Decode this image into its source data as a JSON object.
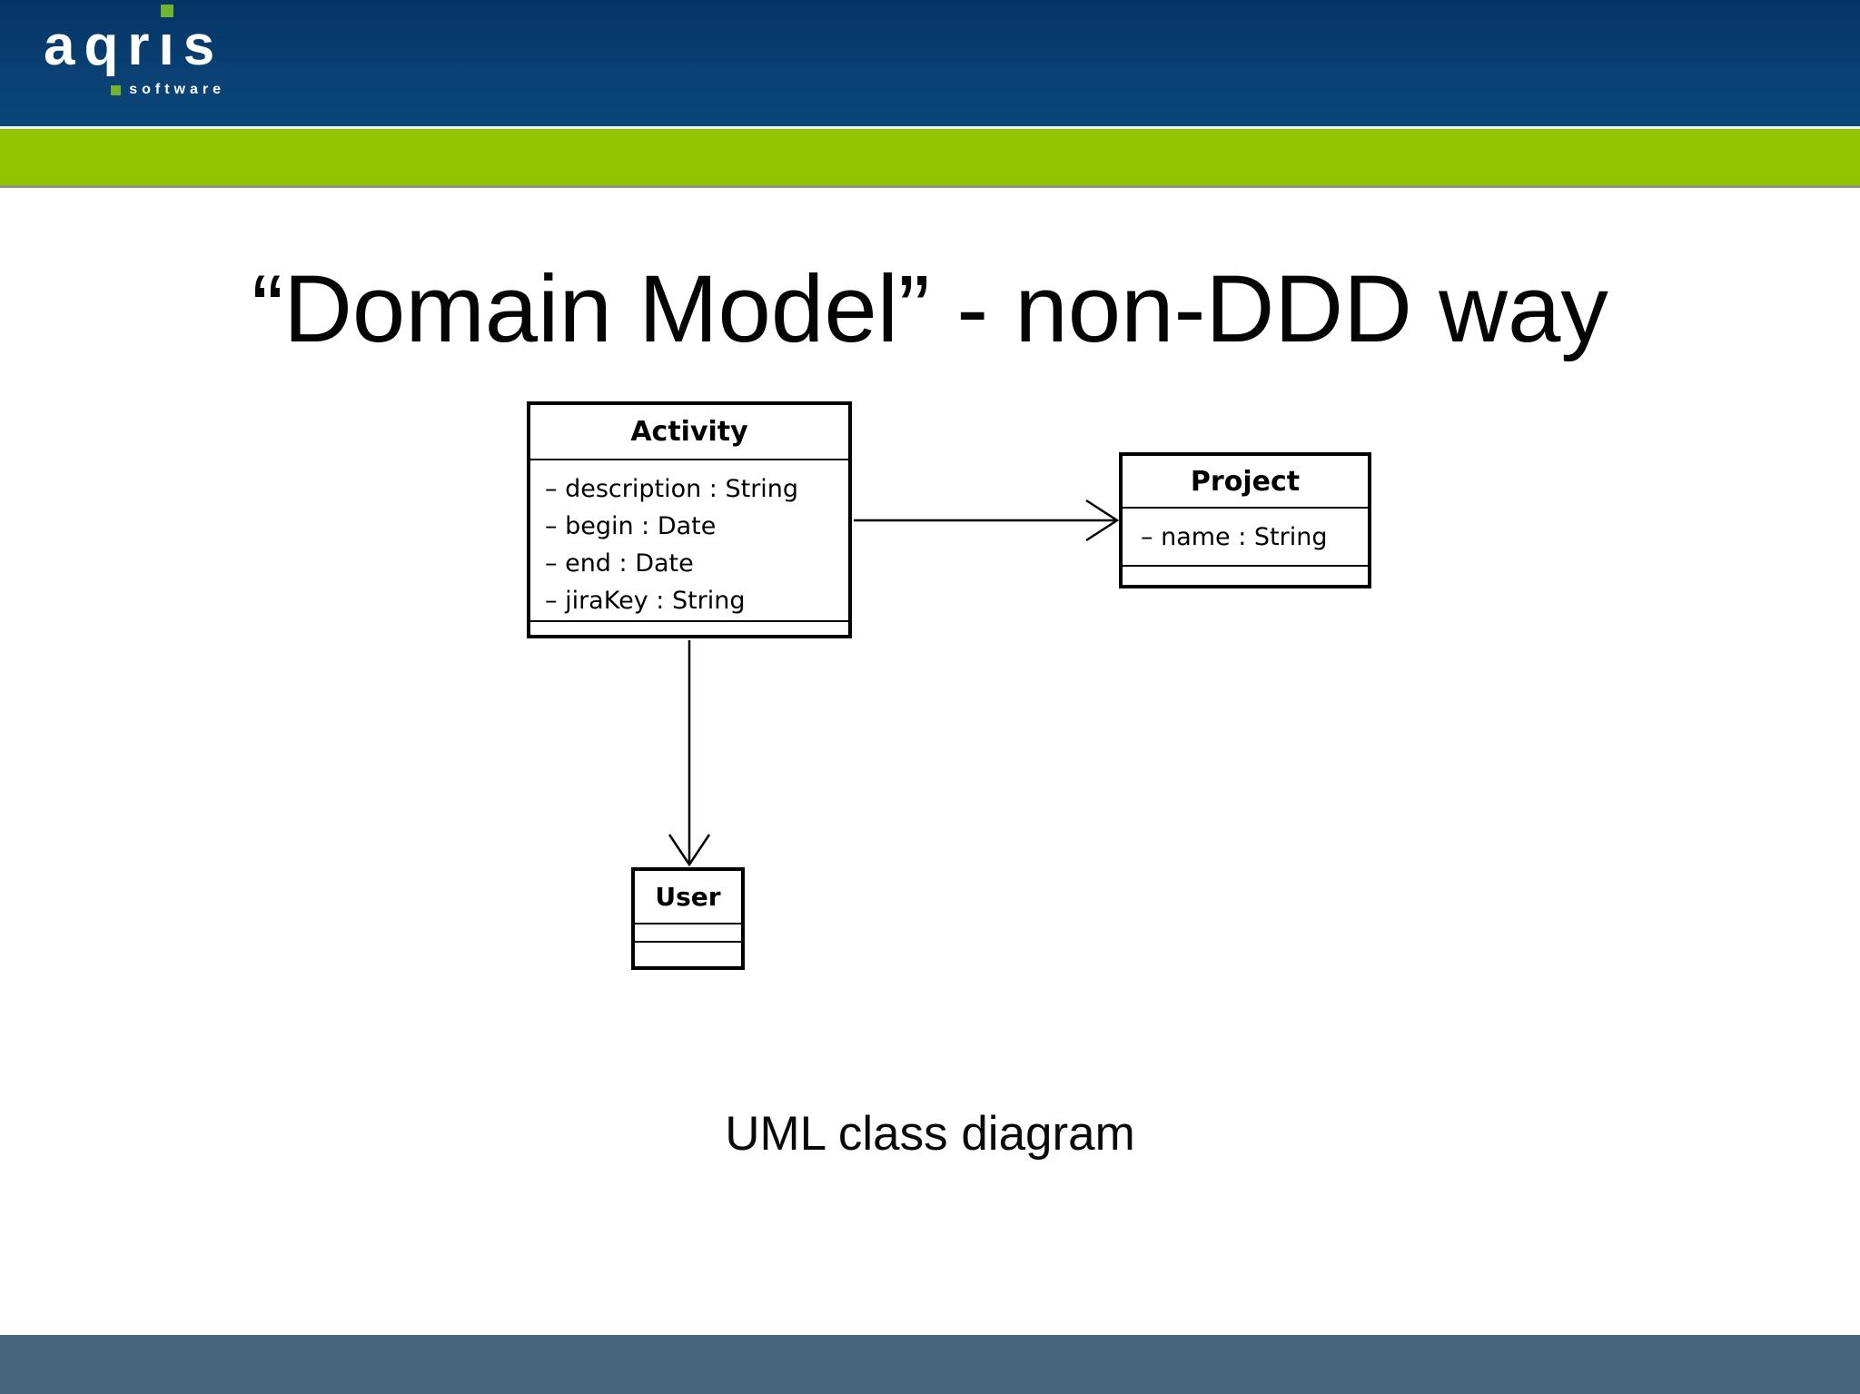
{
  "logo": {
    "word_part1": "aqr",
    "word_i": "ı",
    "word_part2": "s",
    "subtitle": "software"
  },
  "slide": {
    "title": "“Domain Model” - non-DDD way",
    "caption": "UML class diagram"
  },
  "diagram": {
    "classes": [
      {
        "name": "Activity",
        "attributes": [
          "– description : String",
          "– begin : Date",
          "– end : Date",
          "– jiraKey : String"
        ],
        "operations": []
      },
      {
        "name": "Project",
        "attributes": [
          "– name : String"
        ],
        "operations": []
      },
      {
        "name": "User",
        "attributes": [],
        "operations": []
      }
    ],
    "relations": [
      {
        "from": "Activity",
        "to": "Project",
        "type": "directed-association"
      },
      {
        "from": "Activity",
        "to": "User",
        "type": "directed-association"
      }
    ]
  },
  "colors": {
    "header_blue_top": "#043465",
    "header_blue_bottom": "#0b4679",
    "accent_green": "#92c500",
    "logo_green": "#72b52c",
    "separator_white": "#f3f7fa",
    "separator_gray": "#8f9383",
    "footer_slate": "#47657a",
    "line_black": "#000000"
  }
}
